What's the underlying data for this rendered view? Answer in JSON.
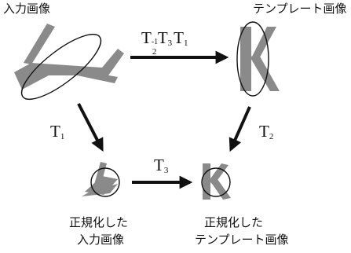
{
  "labels": {
    "input_image": "入力画像",
    "template_image": "テンプレート画像",
    "normalized_input_line1": "正規化した",
    "normalized_input_line2": "入力画像",
    "normalized_template_line1": "正規化した",
    "normalized_template_line2": "テンプレート画像"
  },
  "transforms": {
    "top_T": "T",
    "top_2": "2",
    "top_minus1": "-1",
    "top_T3": "T",
    "top_3": "3",
    "top_T1": "T",
    "top_1": "1",
    "left_T": "T",
    "left_sub": "1",
    "right_T": "T",
    "right_sub": "2",
    "bottom_T": "T",
    "bottom_sub": "3"
  },
  "colors": {
    "glyph_gray": "#8a8a8a",
    "stroke": "#111111"
  }
}
